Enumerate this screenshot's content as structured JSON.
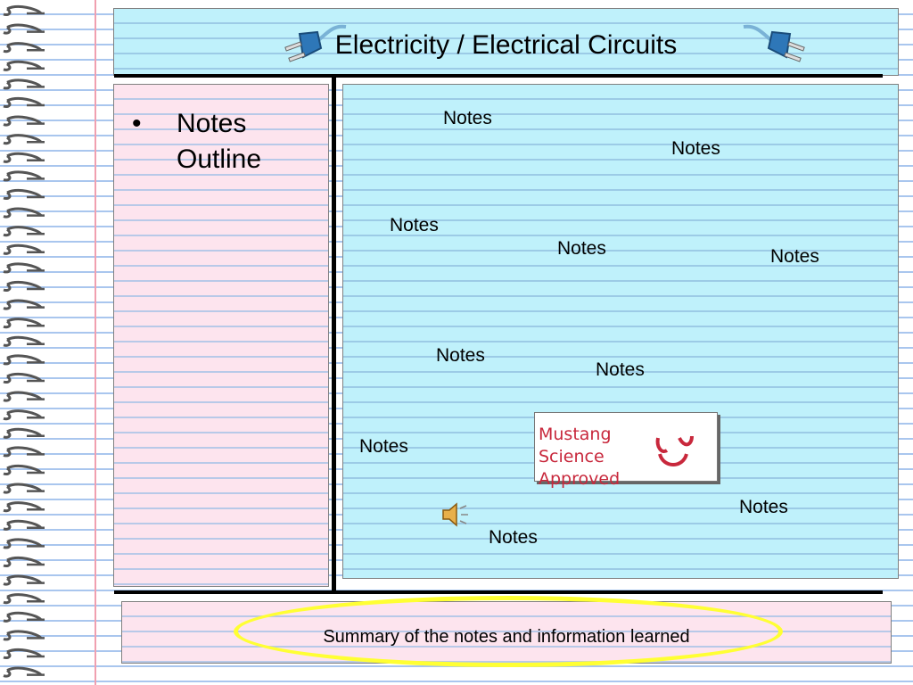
{
  "title": "Electricity / Electrical Circuits",
  "outline": {
    "bullet": "•",
    "text": "Notes Outline"
  },
  "notes": [
    {
      "id": "n1",
      "text": "Notes"
    },
    {
      "id": "n2",
      "text": "Notes"
    },
    {
      "id": "n3",
      "text": "Notes"
    },
    {
      "id": "n4",
      "text": "Notes"
    },
    {
      "id": "n5",
      "text": "Notes"
    },
    {
      "id": "n6",
      "text": "Notes"
    },
    {
      "id": "n7",
      "text": "Notes"
    },
    {
      "id": "n8",
      "text": "Notes"
    },
    {
      "id": "n9",
      "text": "Notes"
    },
    {
      "id": "n10",
      "text": "Notes"
    }
  ],
  "badge": {
    "line1": "Mustang Science",
    "line2": "Approved",
    "color": "#c8283c"
  },
  "summary": "Summary of the notes and information learned",
  "icons": {
    "plug": "electric-plug-icon",
    "speaker": "speaker-icon"
  },
  "colors": {
    "blue_panel": "#bff1fb",
    "pink_panel": "#fde4ee",
    "oval": "#ffff33"
  }
}
